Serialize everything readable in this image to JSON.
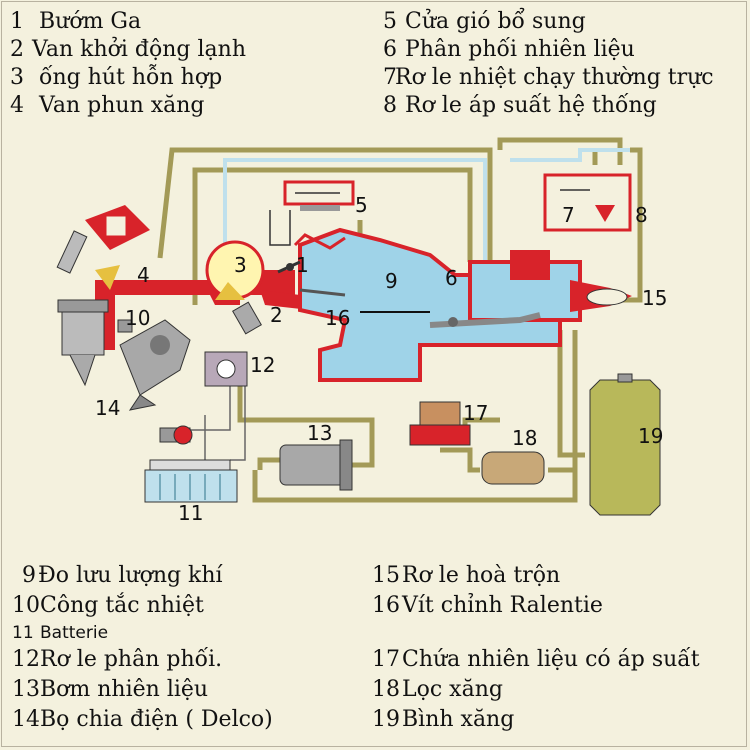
{
  "legend_top_left": [
    {
      "n": "1",
      "label": "Bướm Ga"
    },
    {
      "n": "2",
      "label": "Van khởi động lạnh"
    },
    {
      "n": "3",
      "label": "ống hút hỗn hợp"
    },
    {
      "n": "4",
      "label": "Van phun xăng"
    }
  ],
  "legend_top_right": [
    {
      "n": "5",
      "label": "Cửa gió bổ sung"
    },
    {
      "n": "6",
      "label": "Phân phối nhiên liệu"
    },
    {
      "n": "7",
      "label": "Rơ le nhiệt chạy thường trực"
    },
    {
      "n": "8",
      "label": "Rơ le áp suất hệ thống"
    }
  ],
  "legend_bottom_left": [
    {
      "n": "9",
      "label": "Đo lưu lượng khí"
    },
    {
      "n": "10",
      "label": "Công tắc nhiệt"
    },
    {
      "n": "11",
      "label": "Batterie"
    },
    {
      "n": "12",
      "label": "Rơ le phân phối."
    },
    {
      "n": "13",
      "label": "Bơm nhiên liệu"
    },
    {
      "n": "14",
      "label": "Bọ chia điện ( Delco)"
    }
  ],
  "legend_bottom_right": [
    {
      "n": "15",
      "label": "Rơ le hoà trộn"
    },
    {
      "n": "16",
      "label": "Vít chỉnh Ralentie"
    },
    {
      "n": "",
      "label": ""
    },
    {
      "n": "17",
      "label": "Chứa nhiên liệu có áp suất"
    },
    {
      "n": "18",
      "label": "Lọc xăng"
    },
    {
      "n": "19",
      "label": "Bình xăng"
    }
  ],
  "diagram_numbers": [
    "1",
    "2",
    "3",
    "4",
    "5",
    "6",
    "7",
    "8",
    "9",
    "10",
    "11",
    "12",
    "13",
    "14",
    "15",
    "16",
    "17",
    "18",
    "19"
  ],
  "colors": {
    "background": "#f4f1de",
    "intake_red": "#d8232a",
    "airflow_blue": "#9fd3e8",
    "fuel_line": "#a39a57",
    "signal_line": "#bfe0ec",
    "tank": "#b8b85a",
    "metal": "#a8a8a8"
  }
}
